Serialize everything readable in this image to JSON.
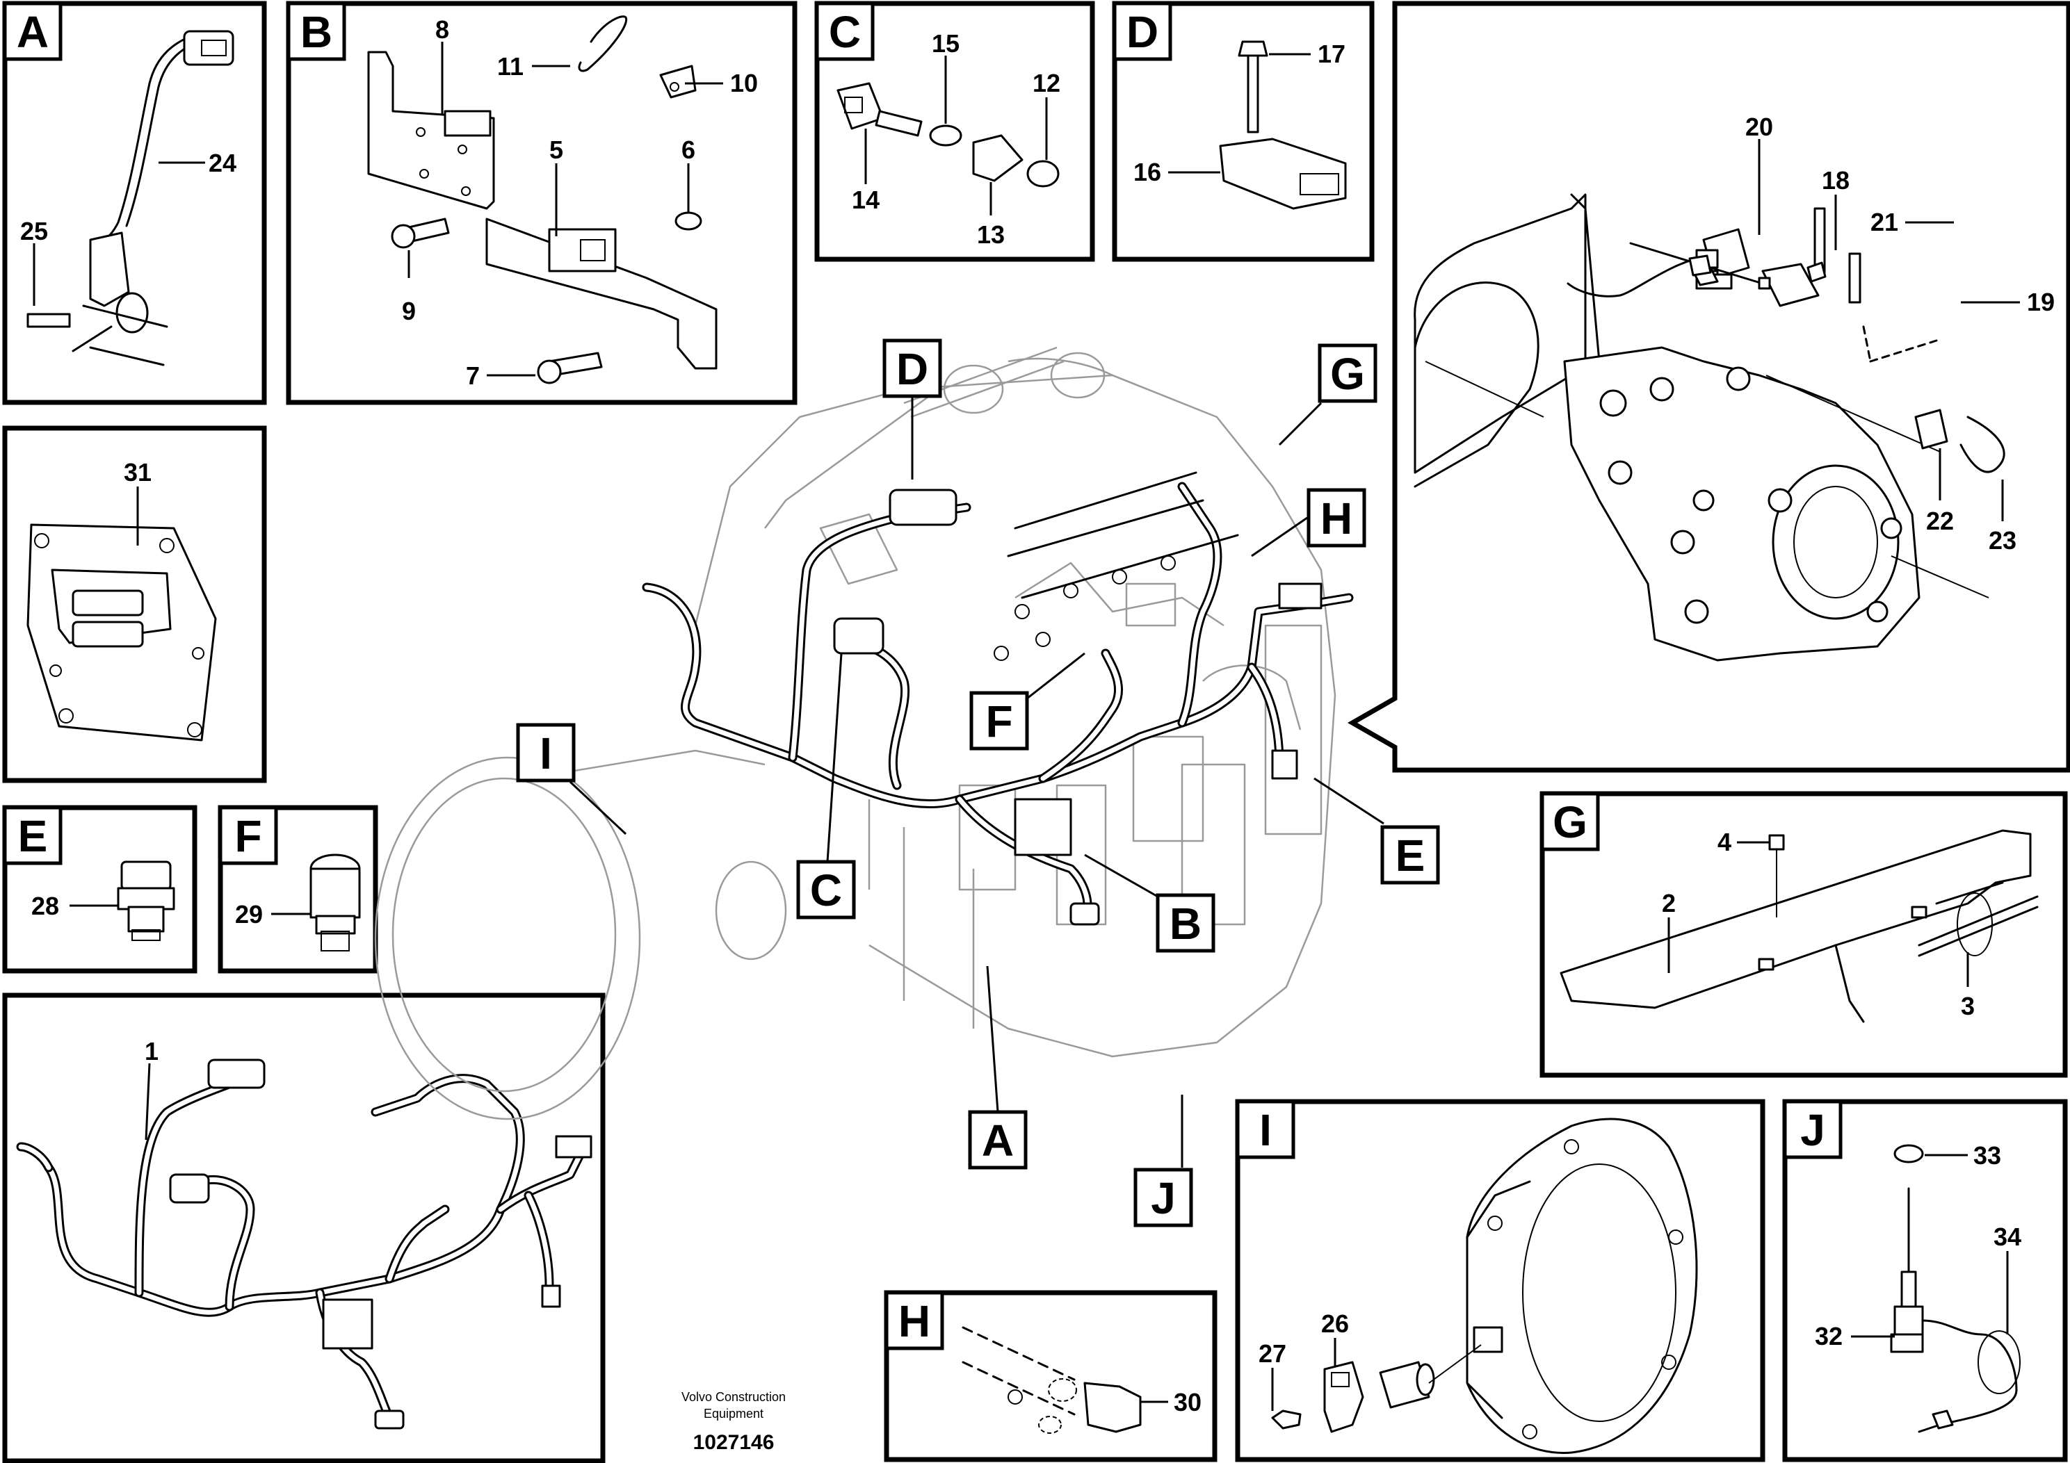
{
  "footer": {
    "company_line1": "Volvo Construction",
    "company_line2": "Equipment",
    "drawing_id": "1027146"
  },
  "panels": {
    "A": {
      "label": "A",
      "parts": [
        "24",
        "25"
      ]
    },
    "B": {
      "label": "B",
      "parts": [
        "8",
        "11",
        "10",
        "5",
        "6",
        "9",
        "7"
      ]
    },
    "C": {
      "label": "C",
      "parts": [
        "15",
        "12",
        "14",
        "13"
      ]
    },
    "D": {
      "label": "D",
      "parts": [
        "17",
        "16"
      ]
    },
    "H_detail": {
      "parts": [
        "20",
        "18",
        "21",
        "19",
        "22",
        "23"
      ]
    },
    "ecu": {
      "parts": [
        "31"
      ]
    },
    "E": {
      "label": "E",
      "parts": [
        "28"
      ]
    },
    "F": {
      "label": "F",
      "parts": [
        "29"
      ]
    },
    "G": {
      "label": "G",
      "parts": [
        "4",
        "2",
        "3"
      ]
    },
    "harness": {
      "parts": [
        "1"
      ]
    },
    "H": {
      "label": "H",
      "parts": [
        "30"
      ]
    },
    "I": {
      "label": "I",
      "parts": [
        "26",
        "27"
      ]
    },
    "J": {
      "label": "J",
      "parts": [
        "33",
        "34",
        "32"
      ]
    }
  },
  "engine_callouts": [
    "D",
    "G",
    "H",
    "F",
    "I",
    "C",
    "E",
    "B",
    "A",
    "J"
  ]
}
